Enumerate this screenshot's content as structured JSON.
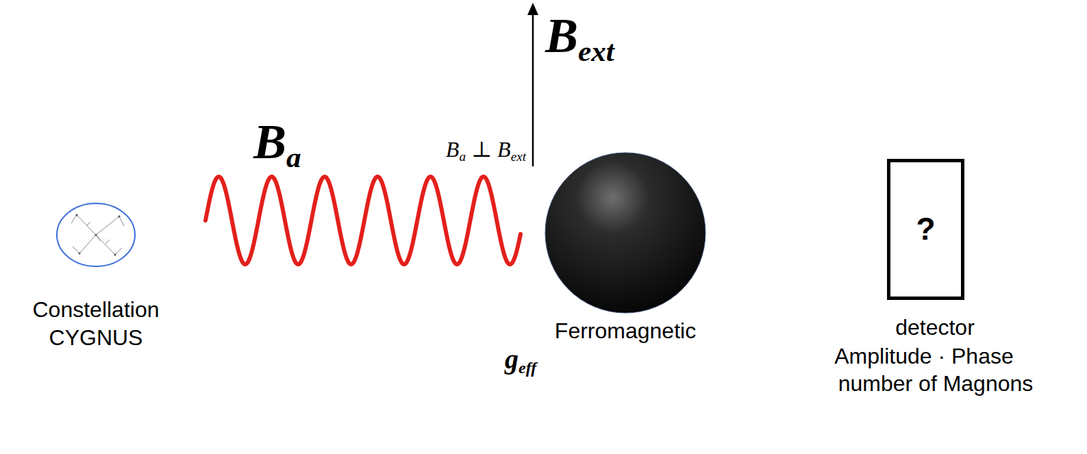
{
  "diagram": {
    "nodes": [
      {
        "text": [
          "Constellation CYGNUS"
        ]
      },
      {
        "text": [
          "Ferromagnetic"
        ]
      },
      {
        "text": [
          "?",
          "detector",
          "Amplitude · Phase",
          "number of Magnons"
        ]
      }
    ],
    "edges": [
      {
        "from": 0,
        "to": 1,
        "arrow": "none",
        "label": "Ba"
      }
    ],
    "labels": [
      "Bext",
      "Ba ⊥ Bext",
      "geff"
    ]
  }
}
